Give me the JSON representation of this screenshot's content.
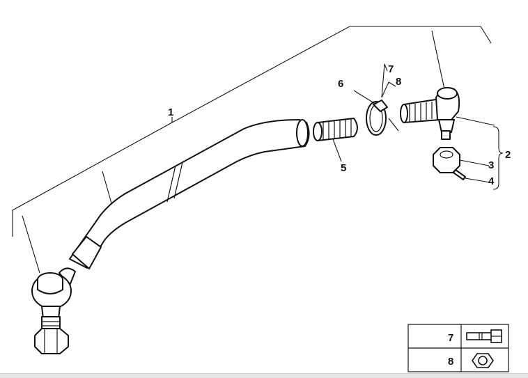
{
  "callouts": {
    "c1": "1",
    "c2": "2",
    "c3": "3",
    "c4": "4",
    "c5": "5",
    "c6": "6",
    "c7": "7",
    "c8": "8"
  },
  "legend": {
    "rows": [
      {
        "number": "7",
        "icon": "bolt-icon"
      },
      {
        "number": "8",
        "icon": "nut-icon"
      }
    ]
  }
}
